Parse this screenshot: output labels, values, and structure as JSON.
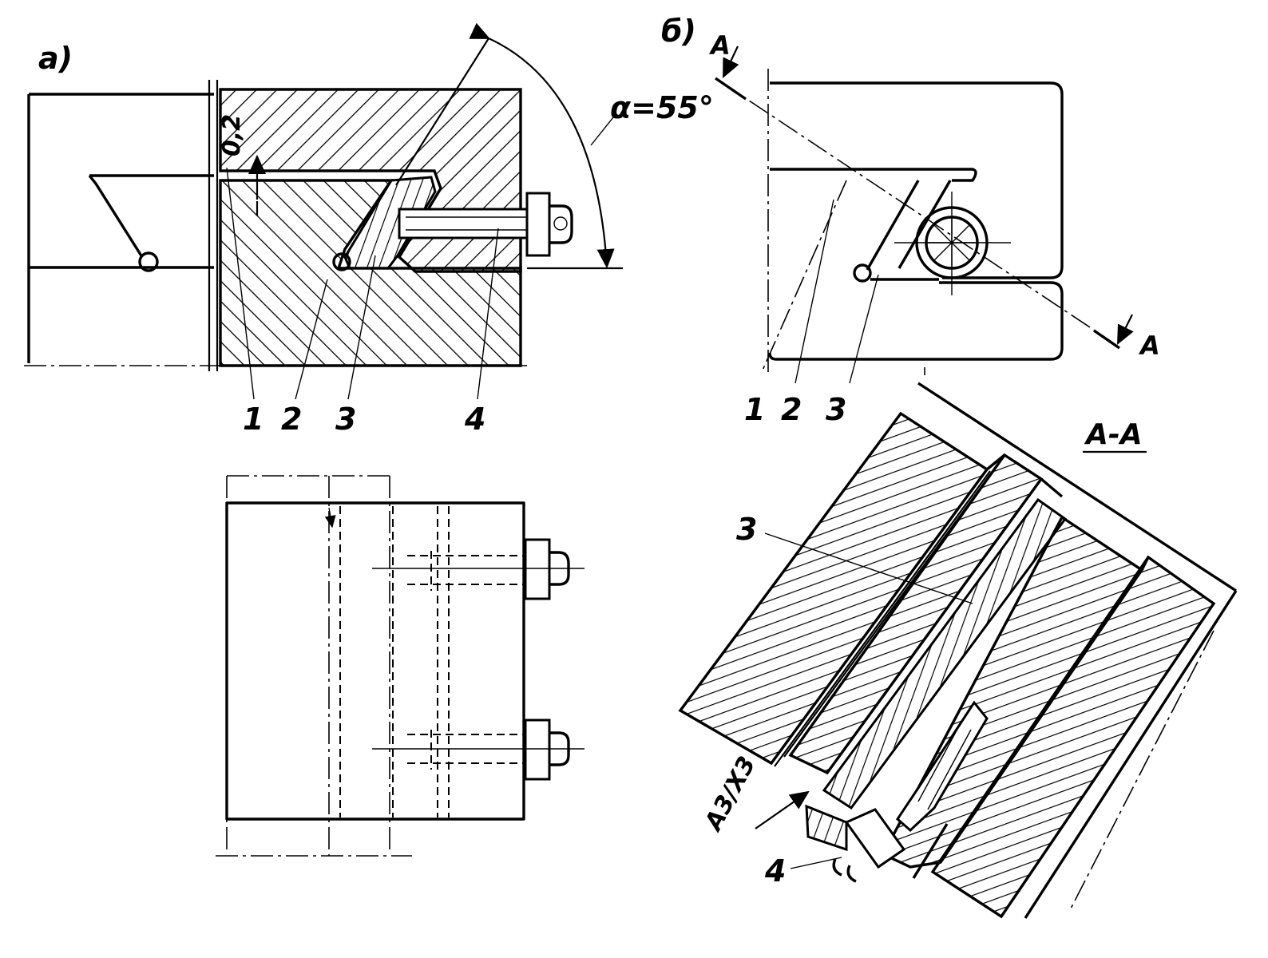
{
  "view_a": {
    "label": "a)",
    "dimension_gap": "0,2",
    "angle_label": "α=55°",
    "callouts": [
      "1",
      "2",
      "3",
      "4"
    ]
  },
  "view_b": {
    "label": "б)",
    "section_mark": "A",
    "callouts": [
      "1",
      "2",
      "3"
    ]
  },
  "section_aa": {
    "title": "A-A",
    "callout_3": "3",
    "callout_4": "4",
    "fit_label": "A3/X3"
  }
}
